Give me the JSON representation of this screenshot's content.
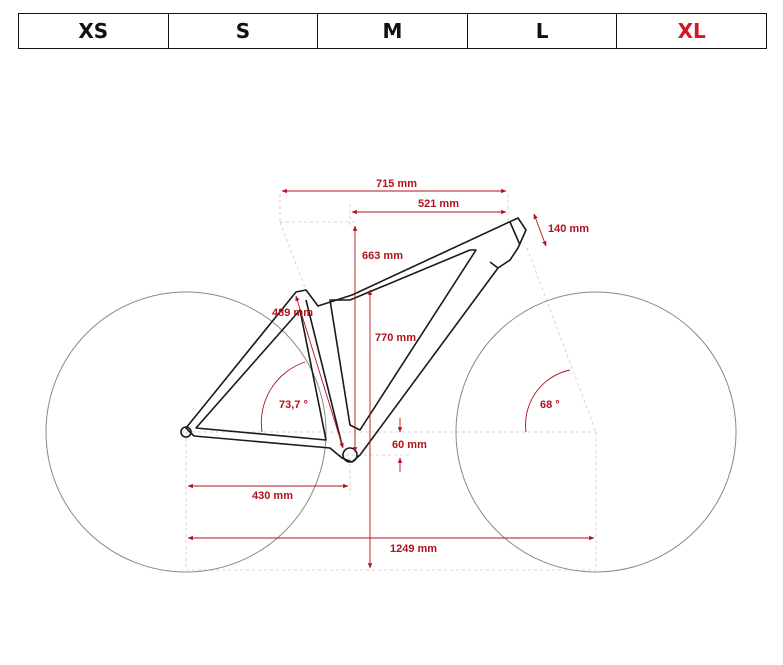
{
  "sizes": [
    "XS",
    "S",
    "M",
    "L",
    "XL"
  ],
  "selected_size": "XL",
  "colors": {
    "accent": "#d5151f",
    "dimension": "#b3121c",
    "frame": "#1a1a1a",
    "wheel": "#8a8a8a",
    "guide": "#c8c8c8"
  },
  "dimensions": {
    "reach_top": "715 mm",
    "top_tube": "521 mm",
    "head_tube": "140 mm",
    "stack": "663 mm",
    "seat_tube": "489 mm",
    "standover": "770 mm",
    "seat_angle": "73,7 °",
    "head_angle": "68 °",
    "bb_drop": "60 mm",
    "chainstay": "430 mm",
    "wheelbase": "1249 mm"
  }
}
